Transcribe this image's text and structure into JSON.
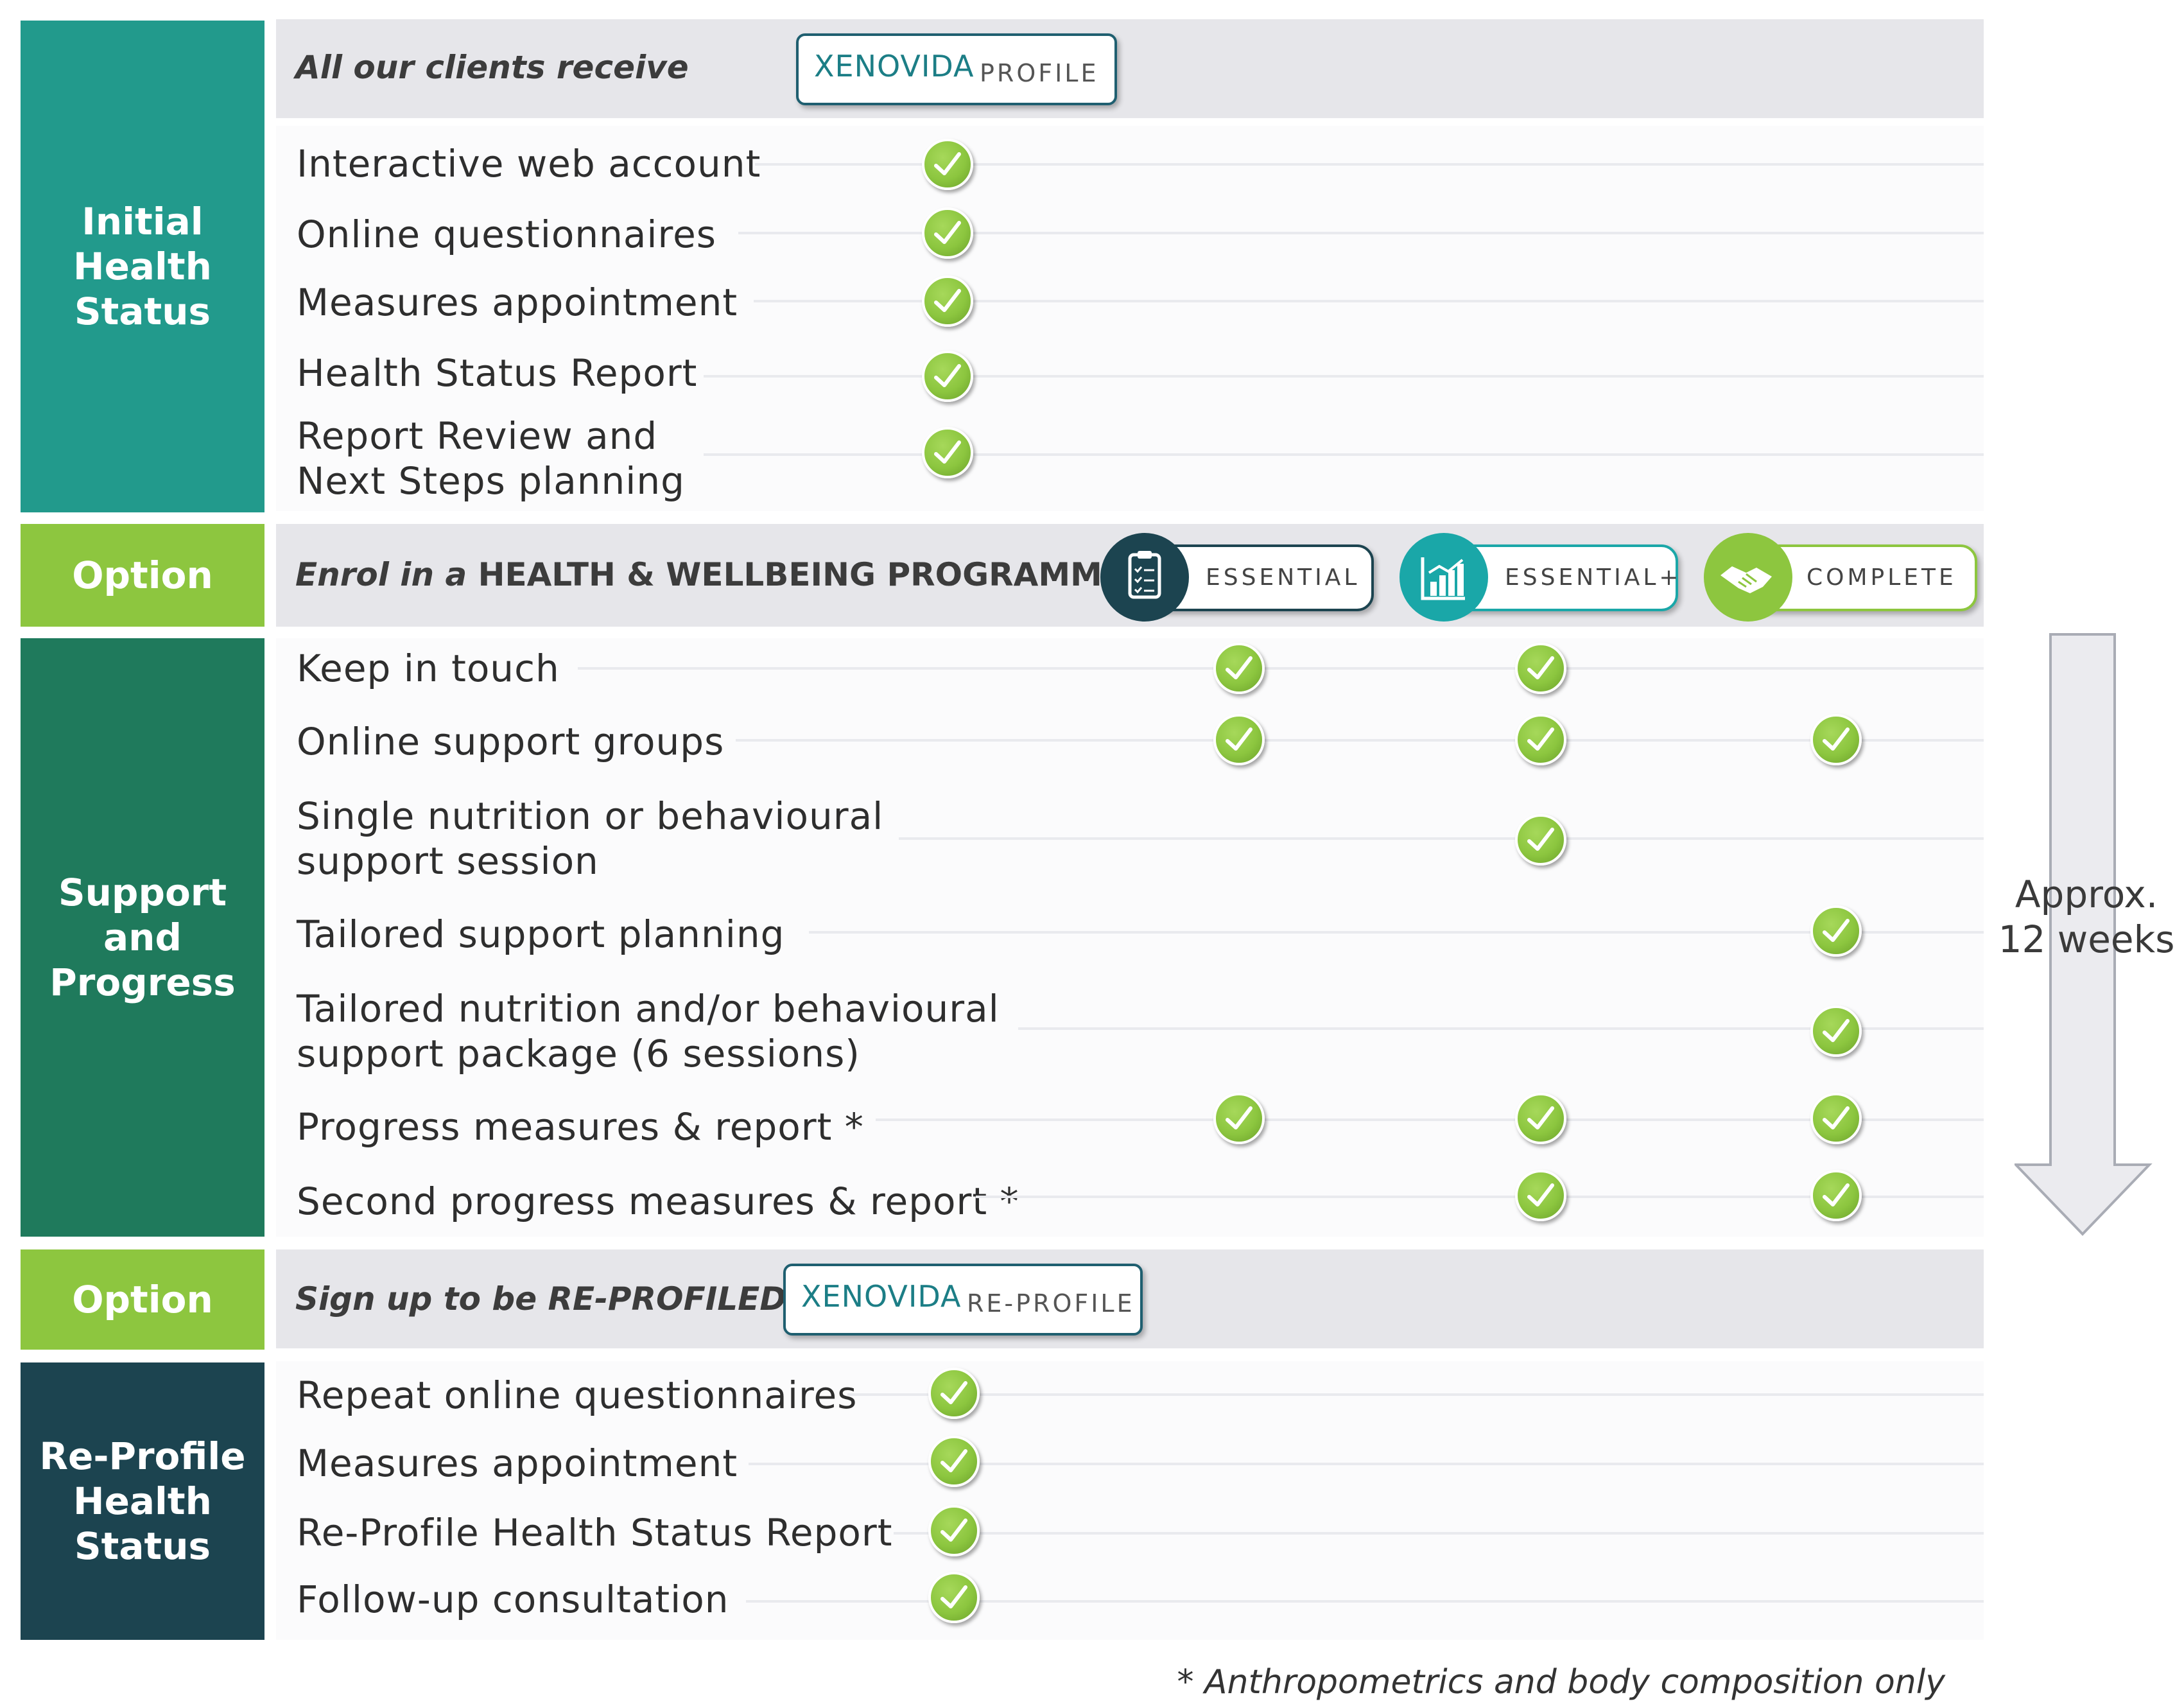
{
  "colors": {
    "teal": "#229a8c",
    "lime": "#8dc63f",
    "green": "#1f7a5c",
    "navy": "#1c4450",
    "check": "#8cc63f",
    "band": "#e6e6ea"
  },
  "sections": {
    "initial": {
      "title": "Initial\nHealth\nStatus",
      "band_title": "All our clients receive",
      "logo_word": "XENOVIDA",
      "logo_suffix": "PROFILE",
      "rows": [
        "Interactive web account",
        "Online questionnaires",
        "Measures appointment",
        "Health Status Report",
        "Report Review and\nNext Steps planning"
      ]
    },
    "option1": {
      "title": "Option",
      "band_title_italic": "Enrol in a",
      "band_title_upright": "HEALTH & WELLBEING PROGRAMME",
      "tiers": [
        {
          "label": "ESSENTIAL",
          "icon": "clipboard-icon",
          "color": "#1c4450"
        },
        {
          "label": "ESSENTIAL+",
          "icon": "bar-chart-icon",
          "color": "#1aa7a8"
        },
        {
          "label": "COMPLETE",
          "icon": "handshake-icon",
          "color": "#8dc63f"
        }
      ]
    },
    "support": {
      "title": "Support\nand\nProgress",
      "rows": [
        {
          "label": "Keep in touch",
          "checks": [
            true,
            true,
            false
          ]
        },
        {
          "label": "Online support groups",
          "checks": [
            true,
            true,
            true
          ]
        },
        {
          "label": "Single nutrition or behavioural\nsupport session",
          "checks": [
            false,
            true,
            false
          ]
        },
        {
          "label": "Tailored support planning",
          "checks": [
            false,
            false,
            true
          ]
        },
        {
          "label": "Tailored nutrition and/or behavioural\nsupport package (6 sessions)",
          "checks": [
            false,
            false,
            true
          ]
        },
        {
          "label": "Progress measures & report *",
          "checks": [
            true,
            true,
            true
          ]
        },
        {
          "label": "Second progress measures & report *",
          "checks": [
            false,
            true,
            true
          ]
        }
      ],
      "duration": "Approx.\n12 weeks"
    },
    "option2": {
      "title": "Option",
      "band_title": "Sign up to be RE-PROFILED",
      "logo_word": "XENOVIDA",
      "logo_suffix": "RE-PROFILE"
    },
    "reprofile": {
      "title": "Re-Profile\nHealth\nStatus",
      "rows": [
        "Repeat online questionnaires",
        "Measures appointment",
        "Re-Profile Health Status Report",
        "Follow-up consultation"
      ]
    }
  },
  "footnote": "* Anthropometrics and body composition only"
}
